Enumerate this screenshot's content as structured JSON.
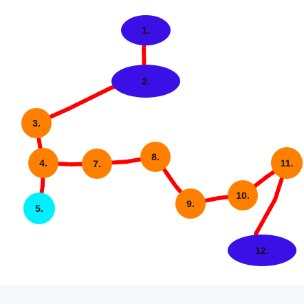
{
  "colors": {
    "background": "#ffffff",
    "footer_band": "#f7f8fb",
    "edge": "#ff0000",
    "node_blue": "#3a10e6",
    "node_orange": "#ff8000",
    "node_cyan": "#00f0ff"
  },
  "nodes": [
    {
      "id": "1",
      "label": "1.",
      "shape": "ellipse",
      "color": "node_blue"
    },
    {
      "id": "2",
      "label": "2.",
      "shape": "ellipse",
      "color": "node_blue"
    },
    {
      "id": "3",
      "label": "3.",
      "shape": "circle",
      "color": "node_orange"
    },
    {
      "id": "4",
      "label": "4.",
      "shape": "circle",
      "color": "node_orange"
    },
    {
      "id": "5",
      "label": "5.",
      "shape": "circle",
      "color": "node_cyan"
    },
    {
      "id": "7",
      "label": "7.",
      "shape": "circle",
      "color": "node_orange"
    },
    {
      "id": "8",
      "label": "8.",
      "shape": "circle",
      "color": "node_orange"
    },
    {
      "id": "9",
      "label": "9.",
      "shape": "circle",
      "color": "node_orange"
    },
    {
      "id": "10",
      "label": "10.",
      "shape": "circle",
      "color": "node_orange"
    },
    {
      "id": "11",
      "label": "11.",
      "shape": "circle",
      "color": "node_orange"
    },
    {
      "id": "12",
      "label": "12.",
      "shape": "ellipse",
      "color": "node_blue"
    }
  ],
  "edges": [
    {
      "from": "1",
      "to": "2"
    },
    {
      "from": "2",
      "to": "3"
    },
    {
      "from": "3",
      "to": "4"
    },
    {
      "from": "4",
      "to": "5"
    },
    {
      "from": "4",
      "to": "7"
    },
    {
      "from": "7",
      "to": "8"
    },
    {
      "from": "8",
      "to": "9"
    },
    {
      "from": "9",
      "to": "10"
    },
    {
      "from": "10",
      "to": "11"
    },
    {
      "from": "11",
      "to": "12"
    }
  ]
}
